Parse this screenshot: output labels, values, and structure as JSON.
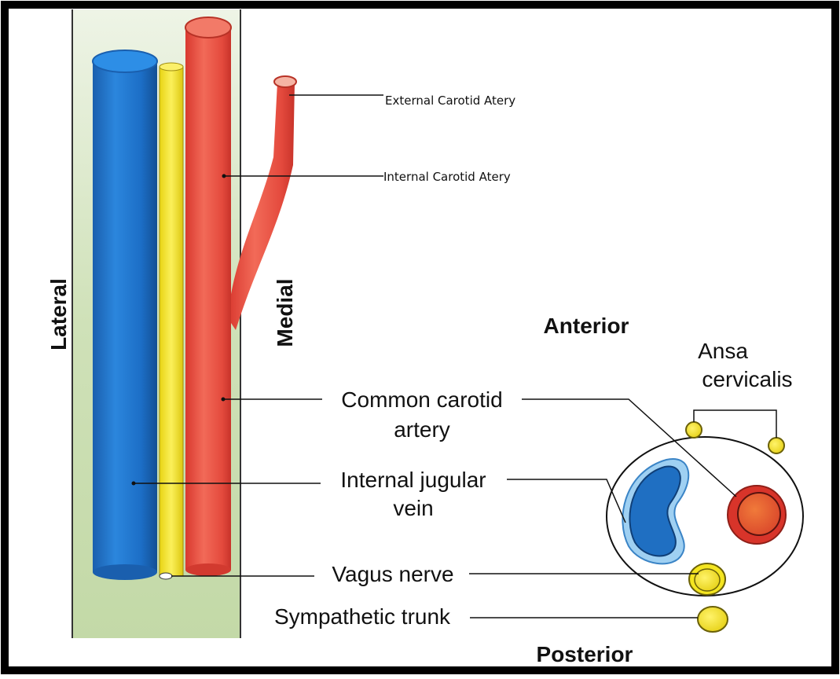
{
  "diagram": {
    "orientation": {
      "lateral": "Lateral",
      "medial": "Medial",
      "anterior": "Anterior",
      "posterior": "Posterior"
    },
    "labels": {
      "external_carotid": "External Carotid Atery",
      "internal_carotid": "Internal Carotid Atery",
      "common_carotid_line1": "Common carotid",
      "common_carotid_line2": "artery",
      "internal_jugular_line1": "Internal jugular",
      "internal_jugular_line2": "vein",
      "vagus": "Vagus nerve",
      "sympathetic": "Sympathetic trunk",
      "ansa_line1": "Ansa",
      "ansa_line2": "cervicalis"
    },
    "colors": {
      "vein": "#1f74c9",
      "artery": "#e8473a",
      "nerve": "#f2e21c",
      "sheath_background": "#cfe0b8",
      "outline": "#111111"
    }
  }
}
